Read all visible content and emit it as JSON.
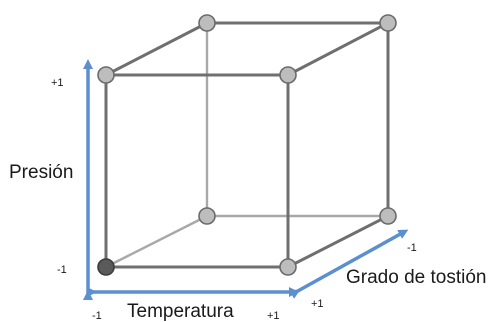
{
  "diagram": {
    "axes": {
      "pressure": {
        "title": "Presión",
        "low_label": "-1",
        "high_label": "+1"
      },
      "temperature": {
        "title": "Temperatura",
        "low_label": "-1",
        "high_label": "+1"
      },
      "roast": {
        "title": "Grado de tostión",
        "low_label": "-1",
        "high_label": "+1"
      }
    },
    "colors": {
      "axis_arrow": "#5b8fd0",
      "edge_front": "#6f6f6f",
      "edge_back": "#a8a8a8",
      "node_fill": "#bdbdbd",
      "origin_node_fill": "#5a5a5a"
    }
  }
}
